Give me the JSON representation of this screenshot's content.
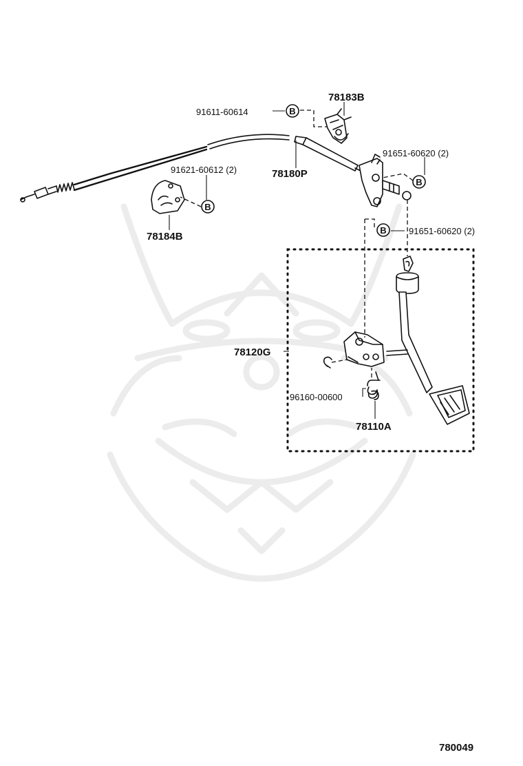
{
  "diagram_number": "780049",
  "callouts": {
    "badge_letter": "B",
    "clip_78183B": "78183B",
    "bolt_91611": "91611-60614",
    "cable_78180P": "78180P",
    "bolt_91621": "91621-60612 (2)",
    "retainer_78184B": "78184B",
    "bolt_91651_a": "91651-60620 (2)",
    "bolt_91651_b": "91651-60620 (2)",
    "pedal_assy_78120G": "78120G",
    "ring_96160": "96160-00600",
    "spring_78110A": "78110A"
  },
  "watermark_icon": "samurai-helmet-icon"
}
